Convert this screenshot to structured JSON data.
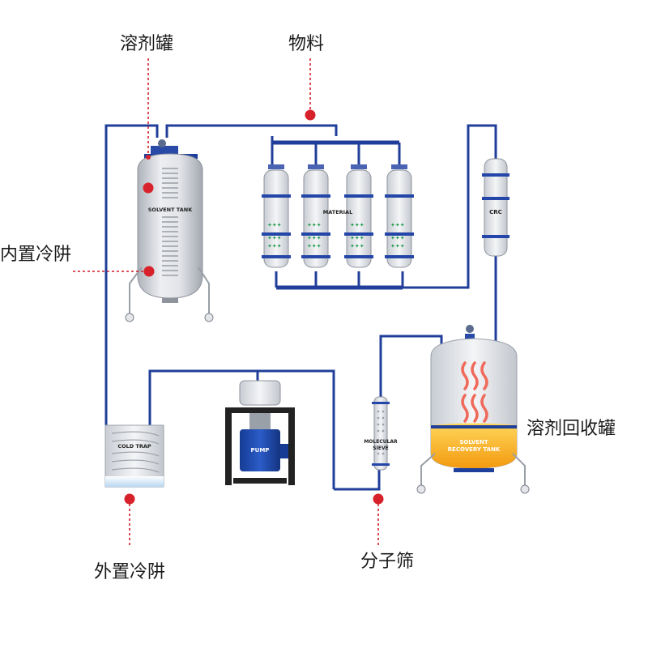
{
  "labels": {
    "solvent_tank_cn": "溶剂罐",
    "material_cn": "物料",
    "inner_cold_trap_cn": "内置冷阱",
    "recovery_tank_cn": "溶剂回收罐",
    "outer_cold_trap_cn": "外置冷阱",
    "molecular_sieve_cn": "分子筛"
  },
  "equipment": {
    "solvent_tank": "SOLVENT TANK",
    "material": "MATERIAL",
    "crc": "CRC",
    "cold_trap": "COLD TRAP",
    "pump": "PUMP",
    "molecular_sieve_line1": "MOLECULAR",
    "molecular_sieve_line2": "SIEVE",
    "recovery_tank_line1": "SOLVENT",
    "recovery_tank_line2": "RECOVERY TANK"
  },
  "colors": {
    "pipe": "#213f9a",
    "callout": "#d8222b",
    "steel": "#c9ccd3",
    "pump_blue": "#1e4bb0",
    "flame": "#ef6a5a",
    "recovery_liquid": "#f6b21a"
  }
}
